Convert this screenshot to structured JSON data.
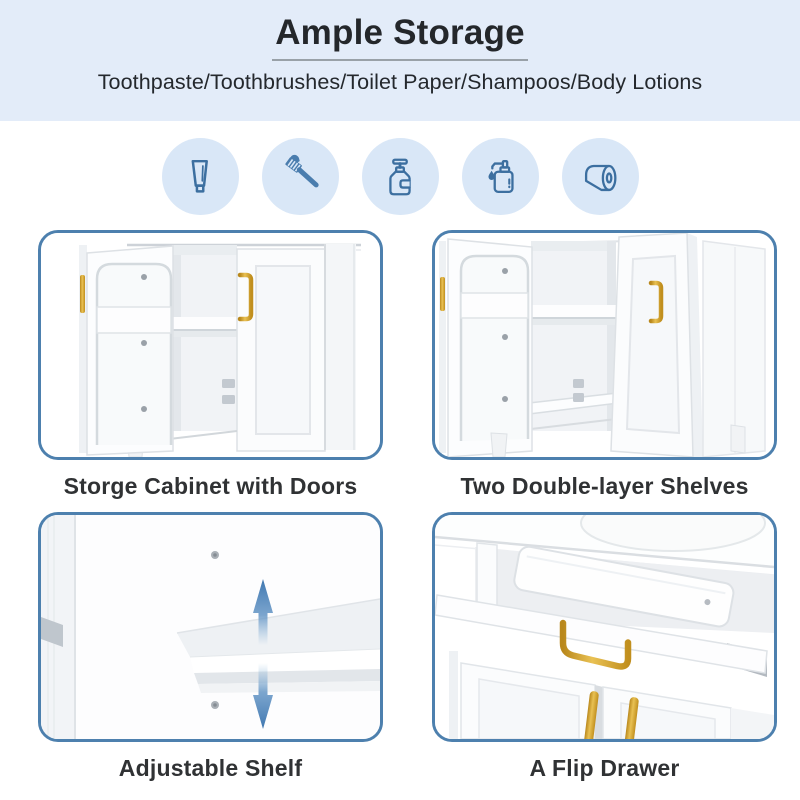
{
  "header": {
    "title": "Ample Storage",
    "subtitle": "Toothpaste/Toothbrushes/Toilet Paper/Shampoos/Body Lotions"
  },
  "icons": [
    {
      "name": "toothpaste-icon"
    },
    {
      "name": "toothbrush-icon"
    },
    {
      "name": "shampoo-pump-bottle-icon"
    },
    {
      "name": "lotion-pump-bottle-icon"
    },
    {
      "name": "toilet-paper-roll-icon"
    }
  ],
  "features": [
    {
      "id": "storage-cabinet-with-doors",
      "caption": "Storge Cabinet with Doors"
    },
    {
      "id": "two-double-layer-shelves",
      "caption": "Two Double-layer Shelves"
    },
    {
      "id": "adjustable-shelf",
      "caption": "Adjustable Shelf"
    },
    {
      "id": "flip-drawer",
      "caption": "A Flip Drawer"
    }
  ],
  "colors": {
    "header_bg": "#e3ecf9",
    "icon_circle_bg": "#d9e7f7",
    "icon_stroke": "#3c6fa0",
    "panel_border": "#4d80ae",
    "title_color": "#24272b",
    "title_underline": "#99a1a8",
    "caption_color": "#303234",
    "gold_handle": "#d7a42c",
    "arrow_blue": "#4a80b8"
  }
}
